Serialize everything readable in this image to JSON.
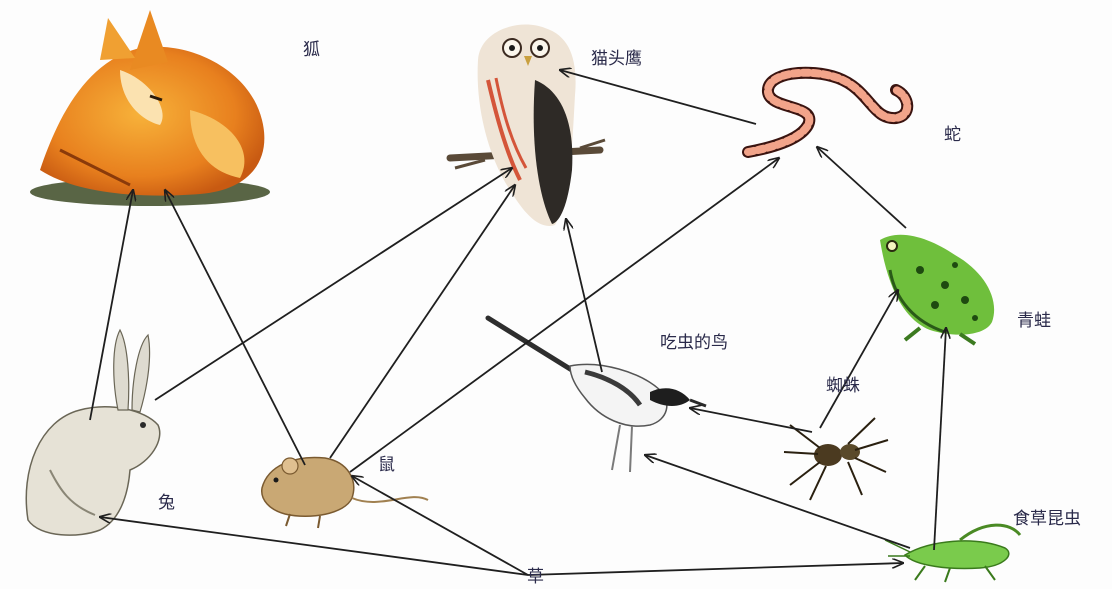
{
  "labels": {
    "fox": "狐",
    "owl": "猫头鹰",
    "snake": "蛇",
    "frog": "青蛙",
    "bird": "吃虫的鸟",
    "spider": "蜘蛛",
    "rabbit": "兔",
    "mouse": "鼠",
    "grass": "草",
    "insect": "食草昆虫"
  },
  "edges": [
    [
      "grass",
      "rabbit"
    ],
    [
      "grass",
      "mouse"
    ],
    [
      "grass",
      "insect"
    ],
    [
      "rabbit",
      "fox"
    ],
    [
      "rabbit",
      "owl"
    ],
    [
      "mouse",
      "fox"
    ],
    [
      "mouse",
      "owl"
    ],
    [
      "mouse",
      "snake"
    ],
    [
      "bird",
      "owl"
    ],
    [
      "snake",
      "owl"
    ],
    [
      "frog",
      "snake"
    ],
    [
      "insect",
      "frog"
    ],
    [
      "insect",
      "bird"
    ],
    [
      "spider",
      "bird"
    ],
    [
      "spider",
      "frog"
    ]
  ],
  "colors": {
    "arrow": "#1f1f1f",
    "label": "#2a2a4a"
  }
}
